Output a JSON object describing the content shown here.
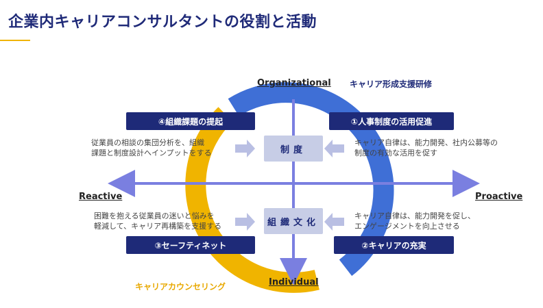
{
  "page": {
    "title": "企業内キャリアコンサルタントの役割と活動"
  },
  "axes": {
    "top": "Organizational",
    "bottom": "Individual",
    "left": "Reactive",
    "right": "Proactive"
  },
  "ring_labels": {
    "blue": "キャリア形成支援研修",
    "yellow": "キャリアカウンセリング"
  },
  "quadrants": {
    "top_left": {
      "label": "④組織課題の提起",
      "desc_line1": "従業員の相談の集団分析を、組織",
      "desc_line2": "課題と制度設計へインプットをする"
    },
    "top_right": {
      "label": "①人事制度の活用促進",
      "desc_line1": "キャリア自律は、能力開発、社内公募等の",
      "desc_line2": "制度の有効な活用を促す"
    },
    "bottom_left": {
      "label": "③セーフティネット",
      "desc_line1": "困難を抱える従業員の迷いと悩みを",
      "desc_line2": "軽減して、キャリア再構築を支援する"
    },
    "bottom_right": {
      "label": "②キャリアの充実",
      "desc_line1": "キャリア自律は、能力開発を促し、",
      "desc_line2": "エンゲージメントを向上させる"
    }
  },
  "center": {
    "upper": "制度",
    "lower": "組織文化"
  },
  "colors": {
    "navy": "#1e2a78",
    "blue_ring": "#3f6fd6",
    "yellow_ring": "#f0b400",
    "axis": "#7a7fe0",
    "arrow_fill": "#b9bfe3"
  }
}
